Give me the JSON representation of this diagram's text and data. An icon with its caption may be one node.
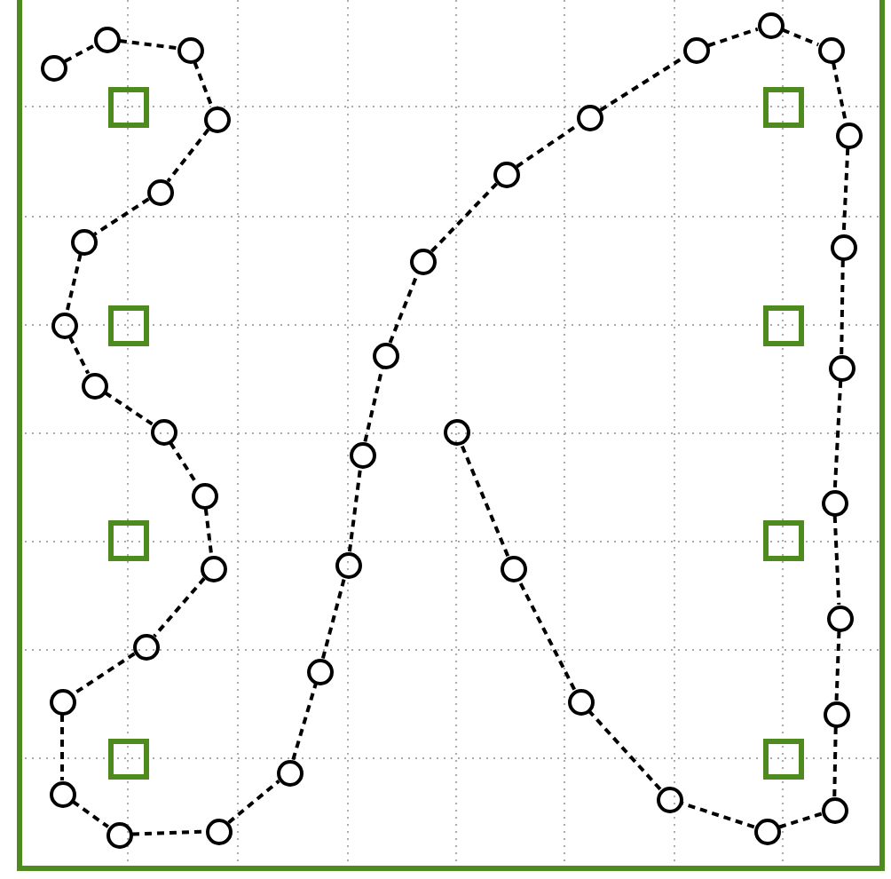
{
  "diagram": {
    "nodes": [
      {
        "text": [],
        "shape": "circle"
      },
      {
        "text": [],
        "shape": "circle"
      },
      {
        "text": [],
        "shape": "circle"
      },
      {
        "text": [],
        "shape": "circle"
      },
      {
        "text": [],
        "shape": "circle"
      },
      {
        "text": [],
        "shape": "circle"
      },
      {
        "text": [],
        "shape": "circle"
      },
      {
        "text": [],
        "shape": "circle"
      },
      {
        "text": [],
        "shape": "circle"
      },
      {
        "text": [],
        "shape": "circle"
      },
      {
        "text": [],
        "shape": "circle"
      },
      {
        "text": [],
        "shape": "circle"
      },
      {
        "text": [],
        "shape": "circle"
      },
      {
        "text": [],
        "shape": "circle"
      },
      {
        "text": [],
        "shape": "circle"
      },
      {
        "text": [],
        "shape": "circle"
      },
      {
        "text": [],
        "shape": "circle"
      },
      {
        "text": [],
        "shape": "circle"
      },
      {
        "text": [],
        "shape": "circle"
      },
      {
        "text": [],
        "shape": "circle"
      },
      {
        "text": [],
        "shape": "circle"
      },
      {
        "text": [],
        "shape": "circle"
      },
      {
        "text": [],
        "shape": "circle"
      },
      {
        "text": [],
        "shape": "circle"
      },
      {
        "text": [],
        "shape": "circle"
      },
      {
        "text": [],
        "shape": "circle"
      },
      {
        "text": [],
        "shape": "circle"
      },
      {
        "text": [],
        "shape": "circle"
      },
      {
        "text": [],
        "shape": "circle"
      },
      {
        "text": [],
        "shape": "circle"
      },
      {
        "text": [],
        "shape": "circle"
      },
      {
        "text": [],
        "shape": "circle"
      },
      {
        "text": [],
        "shape": "circle"
      },
      {
        "text": [],
        "shape": "circle"
      },
      {
        "text": [],
        "shape": "circle"
      },
      {
        "text": [],
        "shape": "circle"
      },
      {
        "text": [],
        "shape": "circle"
      },
      {
        "text": [],
        "shape": "circle"
      },
      {
        "text": [],
        "shape": "circle"
      },
      {
        "text": [],
        "shape": "box"
      },
      {
        "text": [],
        "shape": "box"
      },
      {
        "text": [],
        "shape": "box"
      },
      {
        "text": [],
        "shape": "box"
      },
      {
        "text": [],
        "shape": "box"
      },
      {
        "text": [],
        "shape": "box"
      },
      {
        "text": [],
        "shape": "box"
      },
      {
        "text": [],
        "shape": "box"
      }
    ],
    "edges": [
      {
        "from": 0,
        "to": 1,
        "arrow": "none",
        "style": "dashed"
      },
      {
        "from": 1,
        "to": 2,
        "arrow": "none",
        "style": "dashed"
      },
      {
        "from": 2,
        "to": 3,
        "arrow": "none",
        "style": "dashed"
      },
      {
        "from": 3,
        "to": 4,
        "arrow": "none",
        "style": "dashed"
      },
      {
        "from": 4,
        "to": 5,
        "arrow": "none",
        "style": "dashed"
      },
      {
        "from": 5,
        "to": 6,
        "arrow": "none",
        "style": "dashed"
      },
      {
        "from": 6,
        "to": 7,
        "arrow": "none",
        "style": "dashed"
      },
      {
        "from": 7,
        "to": 8,
        "arrow": "none",
        "style": "dashed"
      },
      {
        "from": 8,
        "to": 9,
        "arrow": "none",
        "style": "dashed"
      },
      {
        "from": 9,
        "to": 10,
        "arrow": "none",
        "style": "dashed"
      },
      {
        "from": 10,
        "to": 11,
        "arrow": "none",
        "style": "dashed"
      },
      {
        "from": 11,
        "to": 12,
        "arrow": "none",
        "style": "dashed"
      },
      {
        "from": 12,
        "to": 13,
        "arrow": "none",
        "style": "dashed"
      },
      {
        "from": 13,
        "to": 14,
        "arrow": "none",
        "style": "dashed"
      },
      {
        "from": 14,
        "to": 15,
        "arrow": "none",
        "style": "dashed"
      },
      {
        "from": 15,
        "to": 16,
        "arrow": "none",
        "style": "dashed"
      },
      {
        "from": 16,
        "to": 17,
        "arrow": "none",
        "style": "dashed"
      },
      {
        "from": 17,
        "to": 18,
        "arrow": "none",
        "style": "dashed"
      },
      {
        "from": 18,
        "to": 19,
        "arrow": "none",
        "style": "dashed"
      },
      {
        "from": 19,
        "to": 20,
        "arrow": "none",
        "style": "dashed"
      },
      {
        "from": 20,
        "to": 21,
        "arrow": "none",
        "style": "dashed"
      },
      {
        "from": 21,
        "to": 22,
        "arrow": "none",
        "style": "dashed"
      },
      {
        "from": 22,
        "to": 23,
        "arrow": "none",
        "style": "dashed"
      },
      {
        "from": 23,
        "to": 24,
        "arrow": "none",
        "style": "dashed"
      },
      {
        "from": 24,
        "to": 25,
        "arrow": "none",
        "style": "dashed"
      },
      {
        "from": 25,
        "to": 26,
        "arrow": "none",
        "style": "dashed"
      },
      {
        "from": 26,
        "to": 27,
        "arrow": "none",
        "style": "dashed"
      },
      {
        "from": 27,
        "to": 28,
        "arrow": "none",
        "style": "dashed"
      },
      {
        "from": 28,
        "to": 29,
        "arrow": "none",
        "style": "dashed"
      },
      {
        "from": 29,
        "to": 30,
        "arrow": "none",
        "style": "dashed"
      },
      {
        "from": 30,
        "to": 31,
        "arrow": "none",
        "style": "dashed"
      },
      {
        "from": 31,
        "to": 32,
        "arrow": "none",
        "style": "dashed"
      },
      {
        "from": 32,
        "to": 33,
        "arrow": "none",
        "style": "dashed"
      },
      {
        "from": 33,
        "to": 34,
        "arrow": "none",
        "style": "dashed"
      },
      {
        "from": 34,
        "to": 35,
        "arrow": "none",
        "style": "dashed"
      },
      {
        "from": 35,
        "to": 36,
        "arrow": "none",
        "style": "dashed"
      },
      {
        "from": 36,
        "to": 37,
        "arrow": "none",
        "style": "dashed"
      },
      {
        "from": 37,
        "to": 38,
        "arrow": "none",
        "style": "dashed"
      }
    ]
  }
}
